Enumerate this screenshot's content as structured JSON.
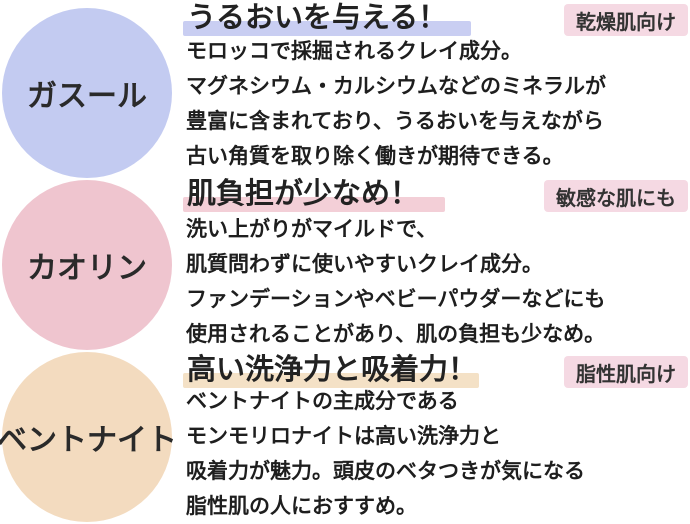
{
  "sections": [
    {
      "name": "ガスール",
      "heading": "うるおいを与える！",
      "tag": "乾燥肌向け",
      "lines": [
        "モロッコで採掘されるクレイ成分。",
        "マグネシウム・カルシウムなどのミネラルが",
        "豊富に含まれており、うるおいを与えながら",
        "古い角質を取り除く働きが期待できる。"
      ],
      "colors": {
        "circle": "#c3cbf1",
        "underline": "#c9cef2",
        "tag": "#f5d9e3"
      }
    },
    {
      "name": "カオリン",
      "heading": "肌負担が少なめ！",
      "tag": "敏感な肌にも",
      "lines": [
        "洗い上がりがマイルドで、",
        "肌質問わずに使いやすいクレイ成分。",
        "ファンデーションやベビーパウダーなどにも",
        "使用されることがあり、肌の負担も少なめ。"
      ],
      "colors": {
        "circle": "#efc5cf",
        "underline": "#f3cfd7",
        "tag": "#f5d9e3"
      }
    },
    {
      "name": "ベントナイト",
      "heading": "高い洗浄力と吸着力！",
      "tag": "脂性肌向け",
      "lines": [
        "ベントナイトの主成分である",
        "モンモリロナイトは高い洗浄力と",
        "吸着力が魅力。頭皮のベタつきが気になる",
        "脂性肌の人におすすめ。"
      ],
      "colors": {
        "circle": "#f3dbbf",
        "underline": "#f4e1c6",
        "tag": "#f5d9e3"
      }
    }
  ]
}
